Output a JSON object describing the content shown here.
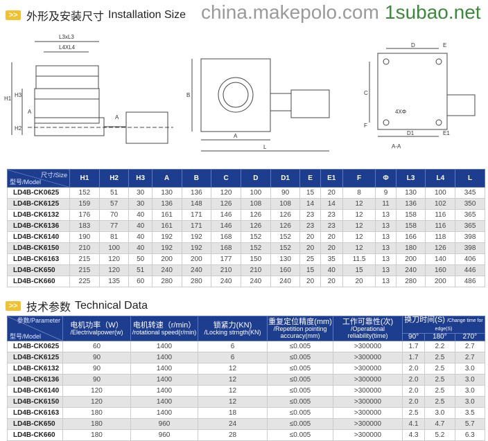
{
  "section1": {
    "icon": "double-chevron-icon",
    "title_cn": "外形及安装尺寸",
    "title_en": "Installation Size"
  },
  "drawings": {
    "front": {
      "l3": "L3xL3",
      "l4": "L4XL4",
      "h1": "H1",
      "h2": "H2",
      "h3": "H3",
      "a1": "A",
      "a2": "A"
    },
    "top": {
      "a": "A",
      "b": "B",
      "l": "L"
    },
    "section": {
      "d": "D",
      "e": "E",
      "c": "C",
      "f": "F",
      "d1": "D1",
      "e1": "E1",
      "hole": "4XΦ",
      "view": "A-A"
    }
  },
  "table1": {
    "corner_top": "尺寸/Size",
    "corner_bottom": "型号/Model",
    "headers": [
      "H1",
      "H2",
      "H3",
      "A",
      "B",
      "C",
      "D",
      "D1",
      "E",
      "E1",
      "F",
      "Φ",
      "L3",
      "L4",
      "L"
    ],
    "rows": [
      [
        "LD4B-CK0625",
        "152",
        "51",
        "30",
        "130",
        "136",
        "120",
        "100",
        "90",
        "15",
        "20",
        "8",
        "9",
        "130",
        "100",
        "345"
      ],
      [
        "LD4B-CK6125",
        "159",
        "57",
        "30",
        "136",
        "148",
        "126",
        "108",
        "108",
        "14",
        "14",
        "12",
        "11",
        "136",
        "102",
        "350"
      ],
      [
        "LD4B-CK6132",
        "176",
        "70",
        "40",
        "161",
        "171",
        "146",
        "126",
        "126",
        "23",
        "23",
        "12",
        "13",
        "158",
        "116",
        "365"
      ],
      [
        "LD4B-CK6136",
        "183",
        "77",
        "40",
        "161",
        "171",
        "146",
        "126",
        "126",
        "23",
        "23",
        "12",
        "13",
        "158",
        "116",
        "365"
      ],
      [
        "LD4B-CK6140",
        "190",
        "81",
        "40",
        "192",
        "192",
        "168",
        "152",
        "152",
        "20",
        "20",
        "12",
        "13",
        "166",
        "118",
        "398"
      ],
      [
        "LD4B-CK6150",
        "210",
        "100",
        "40",
        "192",
        "192",
        "168",
        "152",
        "152",
        "20",
        "20",
        "12",
        "13",
        "180",
        "126",
        "398"
      ],
      [
        "LD4B-CK6163",
        "215",
        "120",
        "50",
        "200",
        "200",
        "177",
        "150",
        "130",
        "25",
        "35",
        "11.5",
        "13",
        "200",
        "140",
        "406"
      ],
      [
        "LD4B-CK650",
        "215",
        "120",
        "51",
        "240",
        "240",
        "210",
        "210",
        "160",
        "15",
        "40",
        "15",
        "13",
        "240",
        "160",
        "446"
      ],
      [
        "LD4B-CK660",
        "225",
        "135",
        "60",
        "280",
        "280",
        "240",
        "240",
        "240",
        "20",
        "20",
        "20",
        "13",
        "280",
        "200",
        "486"
      ]
    ]
  },
  "section2": {
    "icon": "double-chevron-icon",
    "title_cn": "技术参数",
    "title_en": "Technical Data"
  },
  "table2": {
    "corner_top": "参数/Parameter",
    "corner_bottom": "型号/Model",
    "headers": [
      {
        "cn": "电机功率（W）",
        "en": "/Electrivalpower(w)"
      },
      {
        "cn": "电机转速（r/min）",
        "en": "/rotational speed(r/min)"
      },
      {
        "cn": "锁紧力(KN)",
        "en": "/Locking strngth(KN)"
      },
      {
        "cn": "重复定位精度(mm)",
        "en": "/Repetition pointing accuracy(mm)"
      },
      {
        "cn": "工作可靠性(次)",
        "en": "/Operational reliability(time)"
      }
    ],
    "change_cn": "换刀时间(S)",
    "change_en": "/Change time for edge(S)",
    "angles": [
      "90°",
      "180°",
      "270°"
    ],
    "rows": [
      [
        "LD4B-CK0625",
        "60",
        "1400",
        "6",
        "≤0.005",
        ">300000",
        "1.7",
        "2.2",
        "2.7"
      ],
      [
        "LD4B-CK6125",
        "90",
        "1400",
        "6",
        "≤0.005",
        ">300000",
        "1.7",
        "2.5",
        "2.7"
      ],
      [
        "LD4B-CK6132",
        "90",
        "1400",
        "12",
        "≤0.005",
        ">300000",
        "2.0",
        "2.5",
        "3.0"
      ],
      [
        "LD4B-CK6136",
        "90",
        "1400",
        "12",
        "≤0.005",
        ">300000",
        "2.0",
        "2.5",
        "3.0"
      ],
      [
        "LD4B-CK6140",
        "120",
        "1400",
        "12",
        "≤0.005",
        ">300000",
        "2.0",
        "2.5",
        "3.0"
      ],
      [
        "LD4B-CK6150",
        "120",
        "1400",
        "12",
        "≤0.005",
        ">300000",
        "2.0",
        "2.5",
        "3.0"
      ],
      [
        "LD4B-CK6163",
        "180",
        "1400",
        "18",
        "≤0.005",
        ">300000",
        "2.5",
        "3.0",
        "3.5"
      ],
      [
        "LD4B-CK650",
        "180",
        "960",
        "24",
        "≤0.005",
        ">300000",
        "4.1",
        "4.7",
        "5.7"
      ],
      [
        "LD4B-CK660",
        "180",
        "960",
        "28",
        "≤0.005",
        ">300000",
        "4.3",
        "5.2",
        "6.3"
      ]
    ]
  },
  "watermarks": [
    "china.makepolo.com",
    "1subao.net"
  ],
  "colors": {
    "header": "#1d3d8f",
    "accent": "#f2c12e",
    "watermark_green": "#3a8a3a"
  }
}
